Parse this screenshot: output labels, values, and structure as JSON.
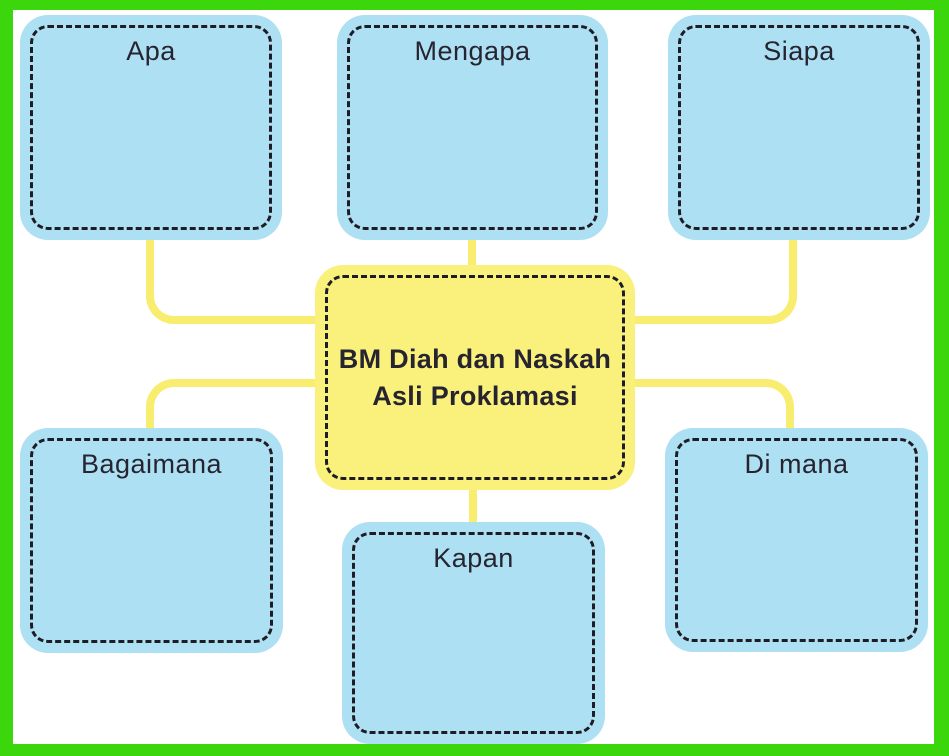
{
  "colors": {
    "frame_green": "#3bd70c",
    "node_blue": "#aee0f3",
    "center_yellow": "#faf17c",
    "connector_yellow": "#f8ed6e",
    "dash_dark": "#1e1d26",
    "text_dark": "#262430"
  },
  "diagram": {
    "type": "mind-map",
    "center": {
      "label_line1": "BM Diah dan Naskah",
      "label_line2": "Asli Proklamasi"
    },
    "nodes": {
      "apa": "Apa",
      "mengapa": "Mengapa",
      "siapa": "Siapa",
      "bagaimana": "Bagaimana",
      "kapan": "Kapan",
      "dimana": "Di mana"
    }
  }
}
